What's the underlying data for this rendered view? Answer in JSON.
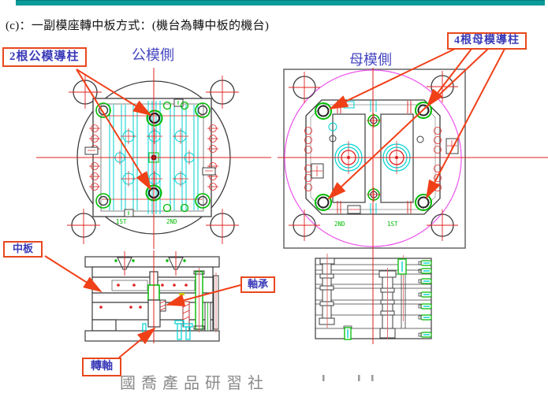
{
  "slide": {
    "title": "(c)：一副模座轉中板方式：(機台為轉中板的機台)",
    "footer": "國喬產品研習社"
  },
  "colors": {
    "top_bar": "#0a9a9a",
    "callout_border": "#e8481e",
    "callout_text": "#3a3ab8",
    "side_label_text": "#4646c2",
    "annotation_arrow": "#f04018",
    "cad_line": "#3c3c3c",
    "cad_red": "#e02020",
    "cad_cyan": "#00d2d2",
    "cad_green": "#00bb00",
    "cad_magenta": "#ee55ee",
    "footer_text": "#8a8a8a"
  },
  "side_labels": {
    "male": "公模側",
    "female": "母模側"
  },
  "callouts": {
    "male_pillars": "2根公模導柱",
    "female_pillars": "4根母模導柱",
    "middle_plate": "中板",
    "bearing": "軸承",
    "rotary_shaft": "轉軸"
  },
  "stations": {
    "male_left": "1ST",
    "male_right": "2ND",
    "female_left": "2ND",
    "female_right": "1ST"
  }
}
